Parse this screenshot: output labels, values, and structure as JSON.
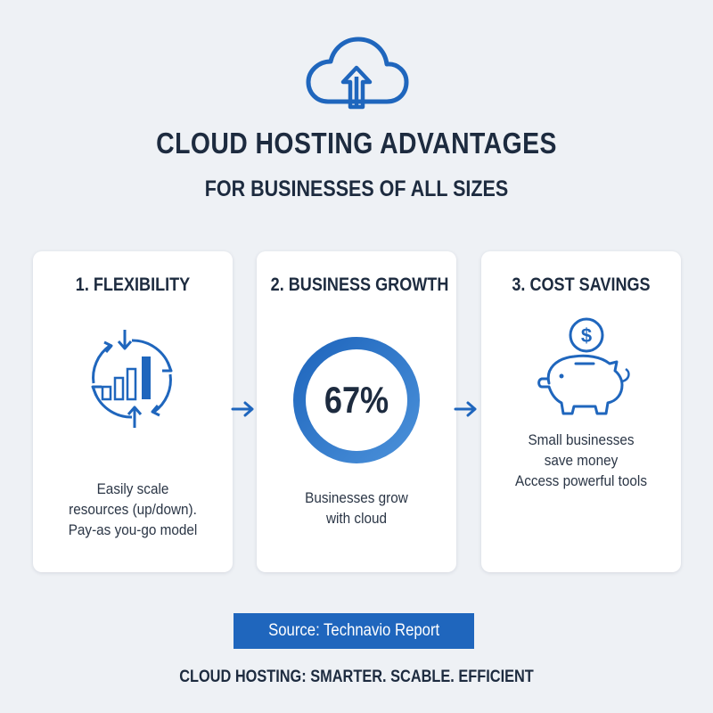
{
  "header": {
    "icon": "cloud-upload-icon",
    "title": "CLOUD HOSTING ADVANTAGES",
    "subtitle": "FOR BUSINESSES OF ALL SIZES"
  },
  "cards": [
    {
      "title": "1. FLEXIBILITY",
      "icon": "scaling-bar-chart-icon",
      "lines": [
        "Easily scale",
        "resources (up/down).",
        "Pay-as you-go model"
      ]
    },
    {
      "title": "2. BUSINESS GROWTH",
      "icon": "progress-ring-icon",
      "stat_label": "67%",
      "stat_value": 0.67,
      "lines": [
        "Businesses grow",
        "with cloud"
      ]
    },
    {
      "title": "3. COST SAVINGS",
      "icon": "piggy-bank-dollar-icon",
      "lines": [
        "Small businesses",
        "save money",
        "Access powerful tools"
      ]
    }
  ],
  "connectors": [
    "arrow-right-icon",
    "arrow-right-icon"
  ],
  "source": "Source: Technavio Report",
  "tagline": "CLOUD HOSTING: SMARTER. SCABLE. EFFICIENT",
  "colors": {
    "background": "#eef1f5",
    "accent": "#1f66bd",
    "accent_light": "#4a90d9",
    "text": "#1d2b3f",
    "card": "#ffffff"
  }
}
